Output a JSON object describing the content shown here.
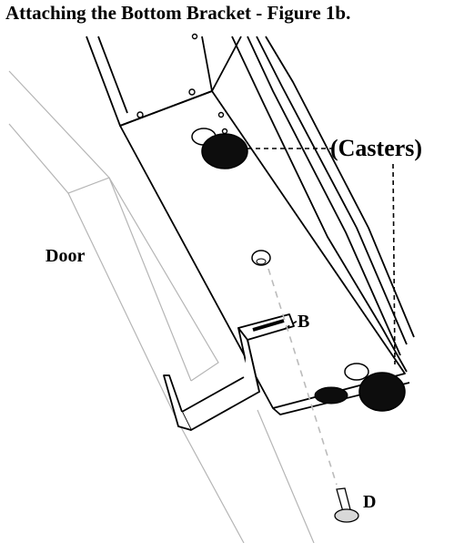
{
  "figure": {
    "title": "Attaching the Bottom Bracket - Figure 1b."
  },
  "labels": {
    "door": "Door",
    "casters": "(Casters)",
    "bracket": "B",
    "bolt": "D"
  },
  "colors": {
    "ink": "#000000",
    "caster_fill": "#0d0d0d",
    "bolt_fill": "#d8d8d8",
    "door_edge": "#b5b5b5"
  }
}
